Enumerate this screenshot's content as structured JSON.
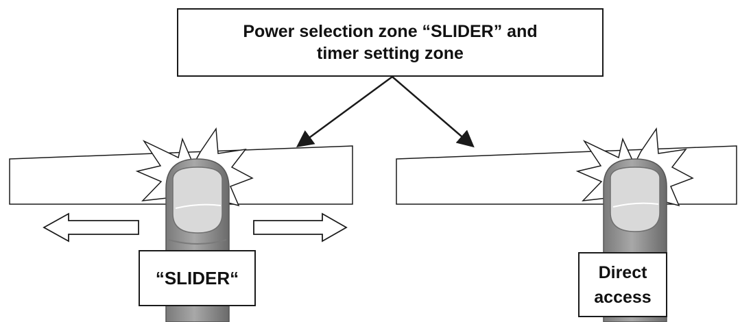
{
  "title": {
    "line1": "Power selection zone “SLIDER” and",
    "line2": "timer setting zone"
  },
  "labels": {
    "slider": "“SLIDER“",
    "direct_line1": "Direct",
    "direct_line2": "access"
  },
  "colors": {
    "outline": "#1a1a1a",
    "finger_fill": "#9a9a9a",
    "finger_dark": "#6e6e6e",
    "nail_fill": "#d9d9d9"
  }
}
